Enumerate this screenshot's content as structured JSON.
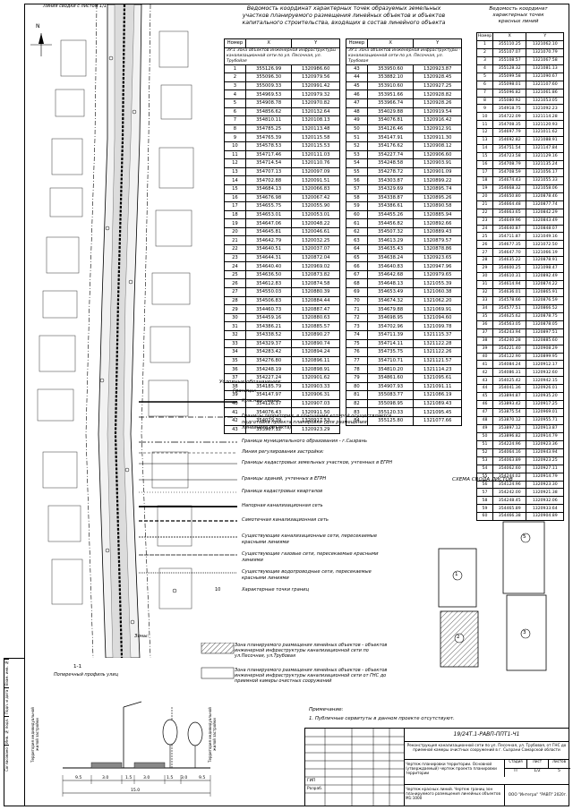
{
  "map_label": "Линия сводки с листом 1/1",
  "north": "N",
  "title_lines": [
    "Ведомость координат характерных точек образуемых земельных",
    "участков планируемого размещения линейных объектов и объектов",
    "капитального строительства, входящих в состав линейного объекта"
  ],
  "table1": {
    "headers": [
      "Номер",
      "X",
      "Y"
    ],
    "zone_title": "ЗУ:1 Зона объектов инженерной инфраструктуры - канализационной сети по ул. Песочная, ул. Трубойая",
    "rows": [
      [
        "1",
        "355126.99",
        "1320986.60"
      ],
      [
        "2",
        "355096.30",
        "1320979.56"
      ],
      [
        "3",
        "355009.33",
        "1320991.42"
      ],
      [
        "4",
        "354969.53",
        "1320979.32"
      ],
      [
        "5",
        "354908.78",
        "1320970.82"
      ],
      [
        "6",
        "354856.62",
        "1320132.64"
      ],
      [
        "7",
        "354810.11",
        "1320108.13"
      ],
      [
        "8",
        "354785.25",
        "1320113.48"
      ],
      [
        "9",
        "354765.39",
        "1320115.58"
      ],
      [
        "10",
        "354578.53",
        "1320115.53"
      ],
      [
        "11",
        "354717.46",
        "1320111.03"
      ],
      [
        "12",
        "354714.54",
        "1320110.76"
      ],
      [
        "13",
        "354707.13",
        "1320097.09"
      ],
      [
        "14",
        "354702.88",
        "1320091.51"
      ],
      [
        "15",
        "354684.13",
        "1320066.83"
      ],
      [
        "16",
        "354676.98",
        "1320067.42"
      ],
      [
        "17",
        "354655.75",
        "1320055.90"
      ],
      [
        "18",
        "354653.01",
        "1320053.01"
      ],
      [
        "19",
        "354647.06",
        "1320048.22"
      ],
      [
        "20",
        "354645.81",
        "1320046.61"
      ],
      [
        "21",
        "354642.79",
        "1320032.25"
      ],
      [
        "22",
        "354640.51",
        "1320037.07"
      ],
      [
        "23",
        "354644.31",
        "1320872.04"
      ],
      [
        "24",
        "354640.40",
        "1320969.02"
      ],
      [
        "25",
        "354636.50",
        "1320873.82"
      ],
      [
        "26",
        "354612.83",
        "1320874.58"
      ],
      [
        "27",
        "354550.03",
        "1320880.39"
      ],
      [
        "28",
        "354506.83",
        "1320884.44"
      ],
      [
        "29",
        "354460.73",
        "1320887.47"
      ],
      [
        "30",
        "354459.16",
        "1320880.63"
      ],
      [
        "31",
        "354386.21",
        "1320885.57"
      ],
      [
        "32",
        "354338.52",
        "1320890.27"
      ],
      [
        "33",
        "354329.37",
        "1320890.74"
      ],
      [
        "34",
        "354283.42",
        "1320894.24"
      ],
      [
        "35",
        "354276.80",
        "1320896.11"
      ],
      [
        "36",
        "354248.19",
        "1320898.91"
      ],
      [
        "37",
        "354227.24",
        "1320901.62"
      ],
      [
        "38",
        "354185.79",
        "1320903.33"
      ],
      [
        "39",
        "354147.97",
        "1320906.31"
      ],
      [
        "40",
        "354126.37",
        "1320907.03"
      ],
      [
        "41",
        "354076.43",
        "1320911.50"
      ],
      [
        "42",
        "354029.39",
        "1320917.53"
      ],
      [
        "43",
        "353967.12",
        "1320923.29"
      ]
    ]
  },
  "table2": {
    "headers": [
      "Номер",
      "X",
      "Y"
    ],
    "zone_title": "ЗУ:1 Зона объектов инженерной инфраструктуры - канализационной сети по ул. Песочная, ул. Трубовая",
    "rows": [
      [
        "43",
        "353950.60",
        "1320923.87"
      ],
      [
        "44",
        "353882.10",
        "1320928.45"
      ],
      [
        "45",
        "353910.60",
        "1320927.25"
      ],
      [
        "46",
        "353951.66",
        "1320928.82"
      ],
      [
        "47",
        "353966.74",
        "1320928.26"
      ],
      [
        "48",
        "354029.88",
        "1320919.54"
      ],
      [
        "49",
        "354076.81",
        "1320916.42"
      ],
      [
        "50",
        "354126.46",
        "1320912.91"
      ],
      [
        "51",
        "354147.91",
        "1320911.30"
      ],
      [
        "52",
        "354176.62",
        "1320908.12"
      ],
      [
        "53",
        "354227.74",
        "1320906.60"
      ],
      [
        "54",
        "354248.58",
        "1320903.91"
      ],
      [
        "55",
        "354278.72",
        "1320901.09"
      ],
      [
        "56",
        "354303.87",
        "1320899.22"
      ],
      [
        "57",
        "354329.69",
        "1320895.74"
      ],
      [
        "58",
        "354338.87",
        "1320895.26"
      ],
      [
        "59",
        "354386.61",
        "1320890.58"
      ],
      [
        "60",
        "354455.26",
        "1320885.94"
      ],
      [
        "61",
        "354456.82",
        "1320892.66"
      ],
      [
        "62",
        "354507.32",
        "1320889.43"
      ],
      [
        "63",
        "354613.29",
        "1320879.57"
      ],
      [
        "64",
        "354635.43",
        "1320878.86"
      ],
      [
        "65",
        "354638.24",
        "1320923.65"
      ],
      [
        "66",
        "354640.83",
        "1320947.96"
      ],
      [
        "67",
        "354642.68",
        "1320979.65"
      ],
      [
        "68",
        "354648.13",
        "1321055.39"
      ],
      [
        "69",
        "354653.49",
        "1321060.38"
      ],
      [
        "70",
        "354674.32",
        "1321062.20"
      ],
      [
        "71",
        "354679.88",
        "1321069.91"
      ],
      [
        "72",
        "354698.95",
        "1321094.60"
      ],
      [
        "73",
        "354702.96",
        "1321099.78"
      ],
      [
        "74",
        "354711.39",
        "1321115.37"
      ],
      [
        "75",
        "354714.11",
        "1321122.28"
      ],
      [
        "76",
        "354735.75",
        "1321122.26"
      ],
      [
        "77",
        "354710.71",
        "1321121.57"
      ],
      [
        "78",
        "354810.20",
        "1321114.23"
      ],
      [
        "79",
        "354861.60",
        "1321095.61"
      ],
      [
        "80",
        "354907.93",
        "1321091.11"
      ],
      [
        "81",
        "355083.77",
        "1321086.19"
      ],
      [
        "82",
        "355098.95",
        "1321089.43"
      ],
      [
        "83",
        "355120.33",
        "1321095.45"
      ],
      [
        "84",
        "355125.80",
        "1321077.66"
      ]
    ]
  },
  "table3": {
    "title_lines": [
      "Ведомость координат",
      "характерных точек",
      "красных линий"
    ],
    "headers": [
      "Номер",
      "X",
      "Y"
    ],
    "rows": [
      [
        "1",
        "355110.25",
        "1321062.10"
      ],
      [
        "2",
        "355107.07",
        "1321070.79"
      ],
      [
        "3",
        "355108.57",
        "1321067.58"
      ],
      [
        "4",
        "355128.32",
        "1321081.13"
      ],
      [
        "5",
        "355099.58",
        "1321090.67"
      ],
      [
        "6",
        "355098.01",
        "1321107.60"
      ],
      [
        "7",
        "355096.82",
        "1321061.86"
      ],
      [
        "8",
        "355080.92",
        "1321053.05"
      ],
      [
        "9",
        "354918.75",
        "1321092.23"
      ],
      [
        "10",
        "354722.09",
        "1321114.28"
      ],
      [
        "11",
        "354708.35",
        "1321120.93"
      ],
      [
        "12",
        "354697.79",
        "1321011.62"
      ],
      [
        "13",
        "354692.82",
        "1321088.91"
      ],
      [
        "14",
        "354751.54",
        "1321147.84"
      ],
      [
        "15",
        "354723.58",
        "1321129.16"
      ],
      [
        "16",
        "354708.79",
        "1321135.24"
      ],
      [
        "17",
        "354708.59",
        "1321056.17"
      ],
      [
        "18",
        "354674.43",
        "1321055.33"
      ],
      [
        "19",
        "354668.32",
        "1321058.06"
      ],
      [
        "20",
        "354650.80",
        "1320878.46"
      ],
      [
        "21",
        "354664.48",
        "1320877.74"
      ],
      [
        "22",
        "354663.65",
        "1320842.29"
      ],
      [
        "23",
        "354649.96",
        "1320843.49"
      ],
      [
        "24",
        "354640.87",
        "1320848.07"
      ],
      [
        "25",
        "354711.87",
        "1321049.16"
      ],
      [
        "26",
        "354677.35",
        "1321072.50"
      ],
      [
        "27",
        "354647.70",
        "1321066.19"
      ],
      [
        "28",
        "354635.22",
        "1320878.91"
      ],
      [
        "29",
        "354600.25",
        "1321098.47"
      ],
      [
        "30",
        "354610.31",
        "1320892.49"
      ],
      [
        "31",
        "354614.94",
        "1320874.22"
      ],
      [
        "32",
        "354636.01",
        "1320865.91"
      ],
      [
        "33",
        "354578.66",
        "1320876.59"
      ],
      [
        "34",
        "354577.51",
        "1320866.52"
      ],
      [
        "35",
        "354625.62",
        "1320878.75"
      ],
      [
        "36",
        "354563.05",
        "1320878.05"
      ],
      [
        "37",
        "354243.94",
        "1320897.51"
      ],
      [
        "38",
        "354240.28",
        "1320885.60"
      ],
      [
        "39",
        "354221.40",
        "1320908.29"
      ],
      [
        "40",
        "354122.90",
        "1320899.95"
      ],
      [
        "41",
        "354084.24",
        "1320912.17"
      ],
      [
        "42",
        "354086.31",
        "1320932.60"
      ],
      [
        "43",
        "354025.42",
        "1320942.15"
      ],
      [
        "44",
        "354041.36",
        "1320926.01"
      ],
      [
        "45",
        "353894.87",
        "1320935.20"
      ],
      [
        "46",
        "353893.42",
        "1320917.25"
      ],
      [
        "47",
        "353875.54",
        "1320969.01"
      ],
      [
        "48",
        "353870.12",
        "1320955.71"
      ],
      [
        "49",
        "353897.12",
        "1320913.87"
      ],
      [
        "50",
        "353896.82",
        "1320914.79"
      ],
      [
        "51",
        "354224.96",
        "1320923.36"
      ],
      [
        "52",
        "354064.16",
        "1320943.94"
      ],
      [
        "53",
        "354063.89",
        "1320923.25"
      ],
      [
        "54",
        "354062.60",
        "1320927.11"
      ],
      [
        "55",
        "354244.02",
        "1320914.79"
      ],
      [
        "56",
        "354124.96",
        "1320923.30"
      ],
      [
        "57",
        "354242.00",
        "1320921.38"
      ],
      [
        "58",
        "354248.45",
        "1320932.06"
      ],
      [
        "59",
        "354465.89",
        "1320933.64"
      ],
      [
        "60",
        "354466.38",
        "1320904.89"
      ]
    ]
  },
  "legend": {
    "heading": "Условные обозначения:",
    "boundaries_heading": "Границы:",
    "items": [
      "Красные линии",
      "Границы территории, в отношении которой осуществляется подготовка проекта планировки (для размещения линейного объекта)",
      "Граница муниципального образования - г.Сызрань",
      "Линия регулирования застройки:",
      "Границы кадастровых земельных участков, учтенных в ЕГРН",
      "Границы зданий, учтенных в ЕГРН",
      "Граница кадастровых кварталов",
      "Напорная канализационная сеть",
      "Самотечная канализационная сеть",
      "Существующие канализационные сети, пересекаемые красными линиями",
      "Существующие газовые сети, пересекаемые красными линиями",
      "Существующие водопроводные сети, пересекаемые красными линиями",
      "Характерные точки границ"
    ],
    "point_symbol": "10",
    "zones_heading": "Зоны:",
    "zones": [
      "Зона планируемого размещения линейных объектов - объектов инженерной инфраструктуры канализационной сети по ул.Песочная, ул.Трубовая",
      "Зона планируемого размещения линейных объектов - объектов инженерной инфраструктуры канализационной сети от ГНС до приемной камеры очистных сооружений"
    ]
  },
  "scheme": {
    "title": "СХЕМА СВОДА ЛИСТОВ",
    "sheets": [
      "1",
      "2",
      "3",
      "5"
    ]
  },
  "profile": {
    "title": "1-1",
    "subtitle": "Поперечный профиль улиц",
    "territory_label": "Территория индивидуальной жилой застройки",
    "dimensions": [
      "9.5",
      "3.0",
      "1.5",
      "3.0",
      "1.5",
      "3.0",
      "9.5"
    ],
    "total": "15.0"
  },
  "notes": {
    "heading": "Примечание:",
    "items": [
      "1. Публичные сервитуты в данном проекте отсутствуют."
    ]
  },
  "title_block": {
    "code": "19/24Т.1-РАВП-ППТ1-Ч1",
    "project_name": "Реконструкция канализационной сети по ул. Песочная, ул. Трубовая, от ГНС до приемной камеры очистных сооружений в г. Сызрани Самарской области",
    "drawing_name": "Чертеж планировки территории. Основной (утверждаемый) чертеж проекта планировки территории",
    "drawing_sub": "Чертеж красных линий. Чертеж границ зон планируемого размещения линейных объектов М1:1000",
    "company": "ООО \"Интегра\" \"РАВП\" 2020г.",
    "stage_head": "Стадия",
    "sheet_head": "Лист",
    "sheets_head": "Листов",
    "stage": "П",
    "sheet": "1/2",
    "sheets": "5",
    "roles": [
      "ГИП",
      "Разраб."
    ],
    "names": [
      "",
      ""
    ],
    "side_labels": [
      "Взам. инв. №",
      "Подп. и дата",
      "Инв. № подл.",
      "Согласовано"
    ]
  }
}
